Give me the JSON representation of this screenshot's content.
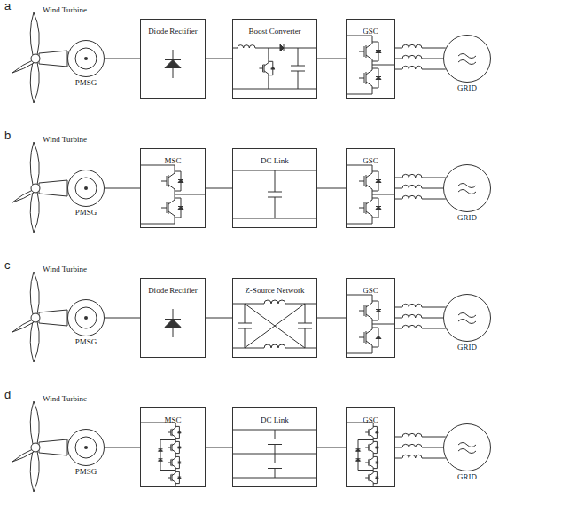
{
  "diagram": {
    "nodes": [
      {
        "text": [
          "PMSG"
        ]
      },
      {
        "text": [
          "Diode Rectifier"
        ]
      },
      {
        "text": [
          "Boost Converter"
        ]
      },
      {
        "text": [
          "GSC"
        ]
      },
      {
        "text": [
          "GRID"
        ]
      },
      {
        "text": [
          "PMSG"
        ]
      },
      {
        "text": [
          "MSC"
        ]
      },
      {
        "text": [
          "DC Link"
        ]
      },
      {
        "text": [
          "GSC"
        ]
      },
      {
        "text": [
          "GRID"
        ]
      },
      {
        "text": [
          "PMSG"
        ]
      },
      {
        "text": [
          "Diode Rectifier"
        ]
      },
      {
        "text": [
          "Z-Source Network"
        ]
      },
      {
        "text": [
          "GSC"
        ]
      },
      {
        "text": [
          "GRID"
        ]
      },
      {
        "text": [
          "PMSG"
        ]
      },
      {
        "text": [
          "MSC"
        ]
      },
      {
        "text": [
          "DC Link"
        ]
      },
      {
        "text": [
          "GSC"
        ]
      },
      {
        "text": [
          "GRID"
        ]
      }
    ],
    "edges": [
      {
        "from": 0,
        "to": 1,
        "arrow": "none"
      },
      {
        "from": 1,
        "to": 2,
        "arrow": "none"
      },
      {
        "from": 2,
        "to": 3,
        "arrow": "none"
      },
      {
        "from": 3,
        "to": 4,
        "arrow": "none"
      },
      {
        "from": 5,
        "to": 6,
        "arrow": "none"
      },
      {
        "from": 6,
        "to": 7,
        "arrow": "none"
      },
      {
        "from": 7,
        "to": 8,
        "arrow": "none"
      },
      {
        "from": 8,
        "to": 9,
        "arrow": "none"
      },
      {
        "from": 10,
        "to": 11,
        "arrow": "none"
      },
      {
        "from": 11,
        "to": 12,
        "arrow": "none"
      },
      {
        "from": 12,
        "to": 13,
        "arrow": "none"
      },
      {
        "from": 13,
        "to": 14,
        "arrow": "none"
      },
      {
        "from": 15,
        "to": 16,
        "arrow": "none"
      },
      {
        "from": 16,
        "to": 17,
        "arrow": "none"
      },
      {
        "from": 17,
        "to": 18,
        "arrow": "none"
      },
      {
        "from": 18,
        "to": 19,
        "arrow": "none"
      }
    ],
    "labels": [
      "a",
      "Wind Turbine",
      "b",
      "Wind Turbine",
      "c",
      "Wind Turbine",
      "d",
      "Wind Turbine"
    ]
  }
}
